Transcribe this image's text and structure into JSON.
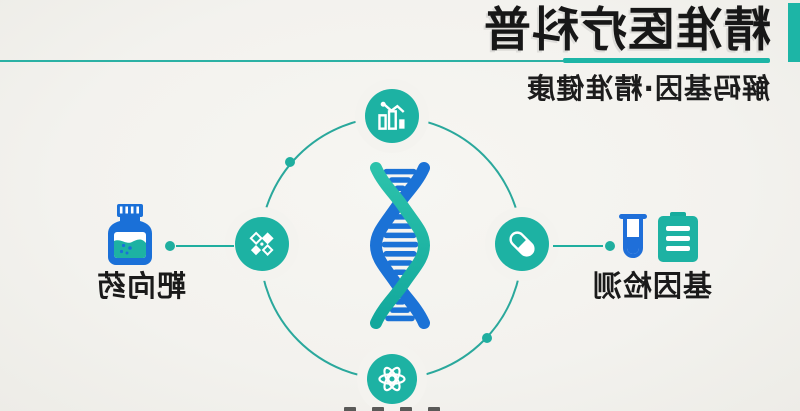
{
  "header": {
    "title": "精准医疗科普",
    "subtitle": "解码基因·精准健康"
  },
  "labels": {
    "gene_testing": "基因检测",
    "targeted_drug": "靶向药"
  },
  "icons": {
    "center": "dna-helix-icon",
    "top_node": "bar-chart-trend-icon",
    "left_node": "capsule-pill-icon",
    "right_node": "molecule-crystal-icon",
    "bottom_node": "atom-icon",
    "gene_testing_item": "test-tube-report-icon",
    "targeted_drug_item": "medicine-bottle-icon"
  },
  "colors": {
    "teal": "#1db2a3",
    "blue": "#1b72d6",
    "ink": "#1a1a1a",
    "background": "#f4f3ef"
  }
}
